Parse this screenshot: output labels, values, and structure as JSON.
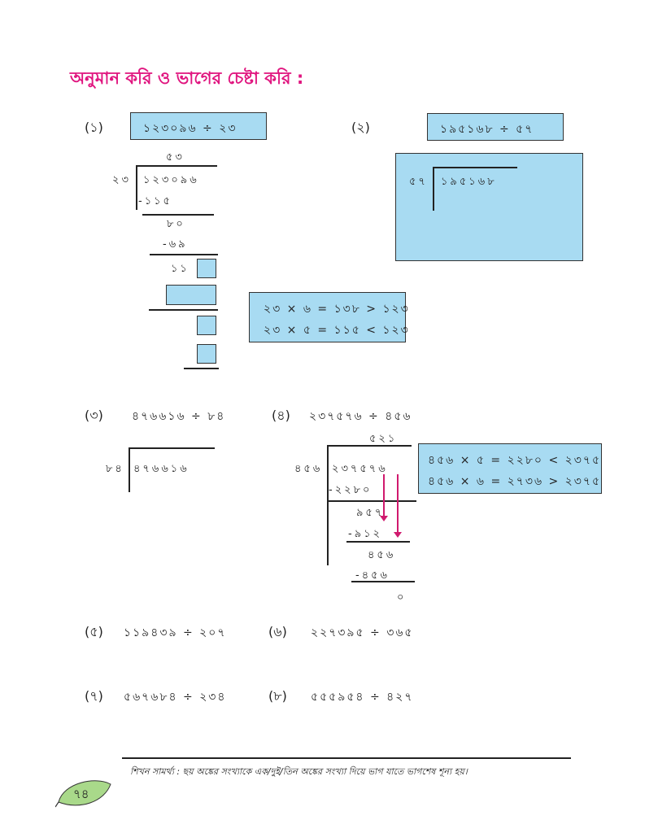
{
  "title": "অনুমান করি ও ভাগের চেষ্টা করি :",
  "problems": {
    "p1": {
      "num": "(১)",
      "expr": "১২৩০৯৬ ÷ ২৩",
      "quotient": "৫৩",
      "divisor": "২৩",
      "dividend": "১২৩০৯৬",
      "s1": "-১১৫",
      "r1": "৮০",
      "s2": "-৬৯",
      "r2": "১১",
      "hint1": "২৩ × ৬ = ১৩৮ > ১২৩",
      "hint2": "২৩ × ৫ = ১১৫ < ১২৩"
    },
    "p2": {
      "num": "(২)",
      "expr": "১৯৫১৬৮ ÷ ৫৭",
      "divisor": "৫৭",
      "dividend": "১৯৫১৬৮"
    },
    "p3": {
      "num": "(৩)",
      "expr": "৪৭৬৬১৬ ÷ ৮৪",
      "divisor": "৮৪",
      "dividend": "৪৭৬৬১৬"
    },
    "p4": {
      "num": "(৪)",
      "expr": "২৩৭৫৭৬ ÷ ৪৫৬",
      "quotient": "৫২১",
      "divisor": "৪৫৬",
      "dividend": "২৩৭৫৭৬",
      "s1": "-২২৮০",
      "r1": "৯৫৭",
      "s2": "-৯১২",
      "r2": "৪৫৬",
      "s3": "-৪৫৬",
      "r3": "০",
      "hint1": "৪৫৬ × ৫ = ২২৮০ < ২৩৭৫",
      "hint2": "৪৫৬ × ৬ = ২৭৩৬ > ২৩৭৫"
    },
    "p5": {
      "num": "(৫)",
      "expr": "১১৯৪৩৯ ÷ ২০৭"
    },
    "p6": {
      "num": "(৬)",
      "expr": "২২৭৩৯৫ ÷ ৩৬৫"
    },
    "p7": {
      "num": "(৭)",
      "expr": "৫৬৭৬৮৪ ÷ ২৩৪"
    },
    "p8": {
      "num": "(৮)",
      "expr": "৫৫৫৯৫৪ ÷ ৪২৭"
    }
  },
  "footer": {
    "text": "শিখন সামর্থ্য : ছয় অঙ্কের সংখ্যাকে এক/দুই/তিন অঙ্কের সংখ্যা দিয়ে ভাগ যাতে ভাগশেষ শূন্য হয়।",
    "page": "৭৪"
  },
  "colors": {
    "title": "#e0157f",
    "box": "#a8dbf2",
    "arrow": "#d01a6e",
    "leaf": "#a9d98a"
  }
}
